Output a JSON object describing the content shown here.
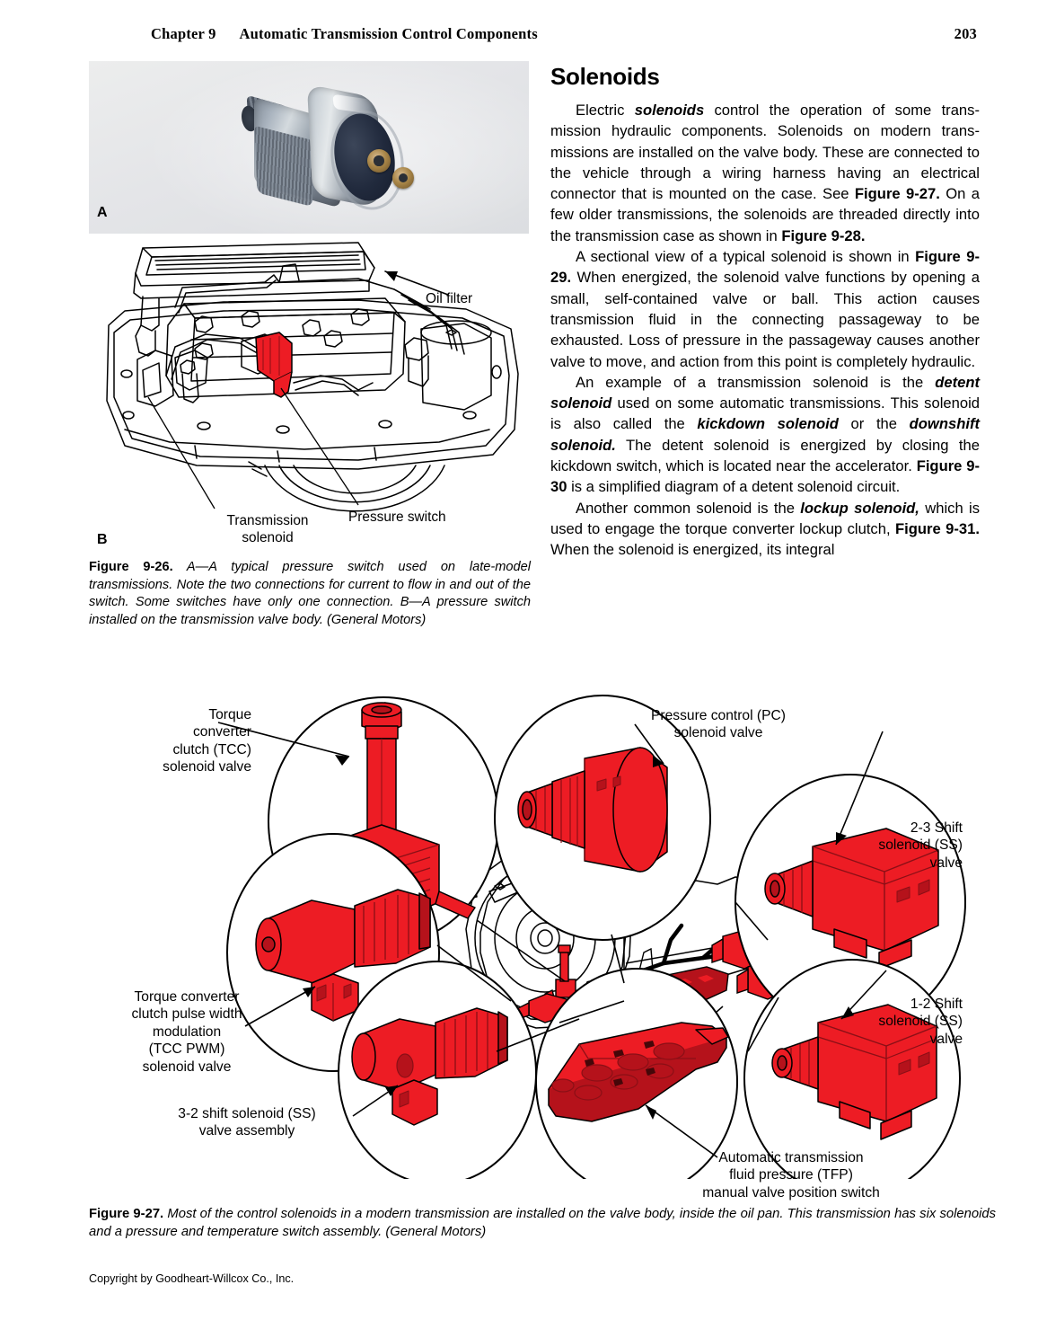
{
  "header": {
    "chapter": "Chapter 9",
    "title": "Automatic Transmission Control Components",
    "page_number": "203"
  },
  "section": {
    "heading": "Solenoids"
  },
  "body": {
    "p1_prefix": "Electric ",
    "p1_bold1": "solenoids",
    "p1_mid": " control the operation of some trans­mission hydraulic components. Solenoids on modern trans­missions are installed on the valve body. These are con­nected to the vehicle through a wiring harness having an electrical connector that is mounted on the case. See ",
    "p1_bold2": "Figure 9-27.",
    "p1_mid2": " On a few older transmissions, the solenoids are threaded directly into the transmission case as shown in ",
    "p1_bold3": "Figure 9-28.",
    "p2_prefix": "A sectional view of a typical solenoid is shown in ",
    "p2_bold1": "Figure 9-29.",
    "p2_rest": " When energized, the solenoid valve functions by opening a small, self-contained valve or ball. This action causes transmission fluid in the connecting passageway to be exhausted. Loss of pressure in the passageway causes another valve to move, and action from this point is com­pletely hydraulic.",
    "p3_prefix": "An example of a transmission solenoid is the ",
    "p3_bold1": "detent solenoid",
    "p3_mid1": " used on some automatic transmissions. This sole­noid is also called the ",
    "p3_bold2": "kickdown solenoid",
    "p3_mid2": " or the ",
    "p3_bold3": "downshift solenoid.",
    "p3_mid3": " The detent solenoid is energized by closing the kickdown switch, which is located near the accelerator. ",
    "p3_bold4": "Figure 9-30",
    "p3_rest": " is a simplified diagram of a detent solenoid circuit.",
    "p4_prefix": "Another common solenoid is the ",
    "p4_bold1": "lockup solenoid,",
    "p4_mid1": " which is used to engage the torque converter lockup clutch, ",
    "p4_bold2": "Figure 9-31.",
    "p4_rest": " When the solenoid is energized, its integral"
  },
  "figure_9_26": {
    "part_a_marker": "A",
    "part_b_marker": "B",
    "labels": {
      "oil_filter": "Oil filter",
      "transmission_solenoid": "Transmission\nsolenoid",
      "pressure_switch": "Pressure switch"
    },
    "caption_fignum": "Figure 9-26.",
    "caption_text": " A—A typical pressure switch used on late-model transmissions. Note the two connections for current to flow in and out of the switch. Some switches have only one connection. B—A pressure switch installed on the transmission valve body. (General Motors)"
  },
  "figure_9_27": {
    "labels": {
      "tcc": "Torque\nconverter\nclutch (TCC)\nsolenoid valve",
      "pc": "Pressure control (PC)\nsolenoid valve",
      "ss_2_3": "2-3 Shift\nsolenoid (SS)\nvalve",
      "tcc_pwm": "Torque converter\nclutch pulse width\nmodulation\n(TCC PWM)\nsolenoid valve",
      "ss_1_2": "1-2 Shift\nsolenoid (SS)\nvalve",
      "ss_3_2": "3-2 shift solenoid (SS)\nvalve assembly",
      "tfp": "Automatic transmission\nfluid pressure (TFP)\nmanual valve position switch"
    },
    "caption_fignum": "Figure 9-27.",
    "caption_text": " Most of the control solenoids in a modern transmission are installed on the valve body, inside the oil pan. This transmis­sion has six solenoids and a pressure and temperature switch assembly. (General Motors)"
  },
  "footer": {
    "copyright": "Copyright by Goodheart-Willcox Co., Inc."
  },
  "colors": {
    "solenoid_red": "#ED1C24",
    "solenoid_red_dark": "#B5121B",
    "line_black": "#000000",
    "photo_background": "#E9EAEC"
  }
}
